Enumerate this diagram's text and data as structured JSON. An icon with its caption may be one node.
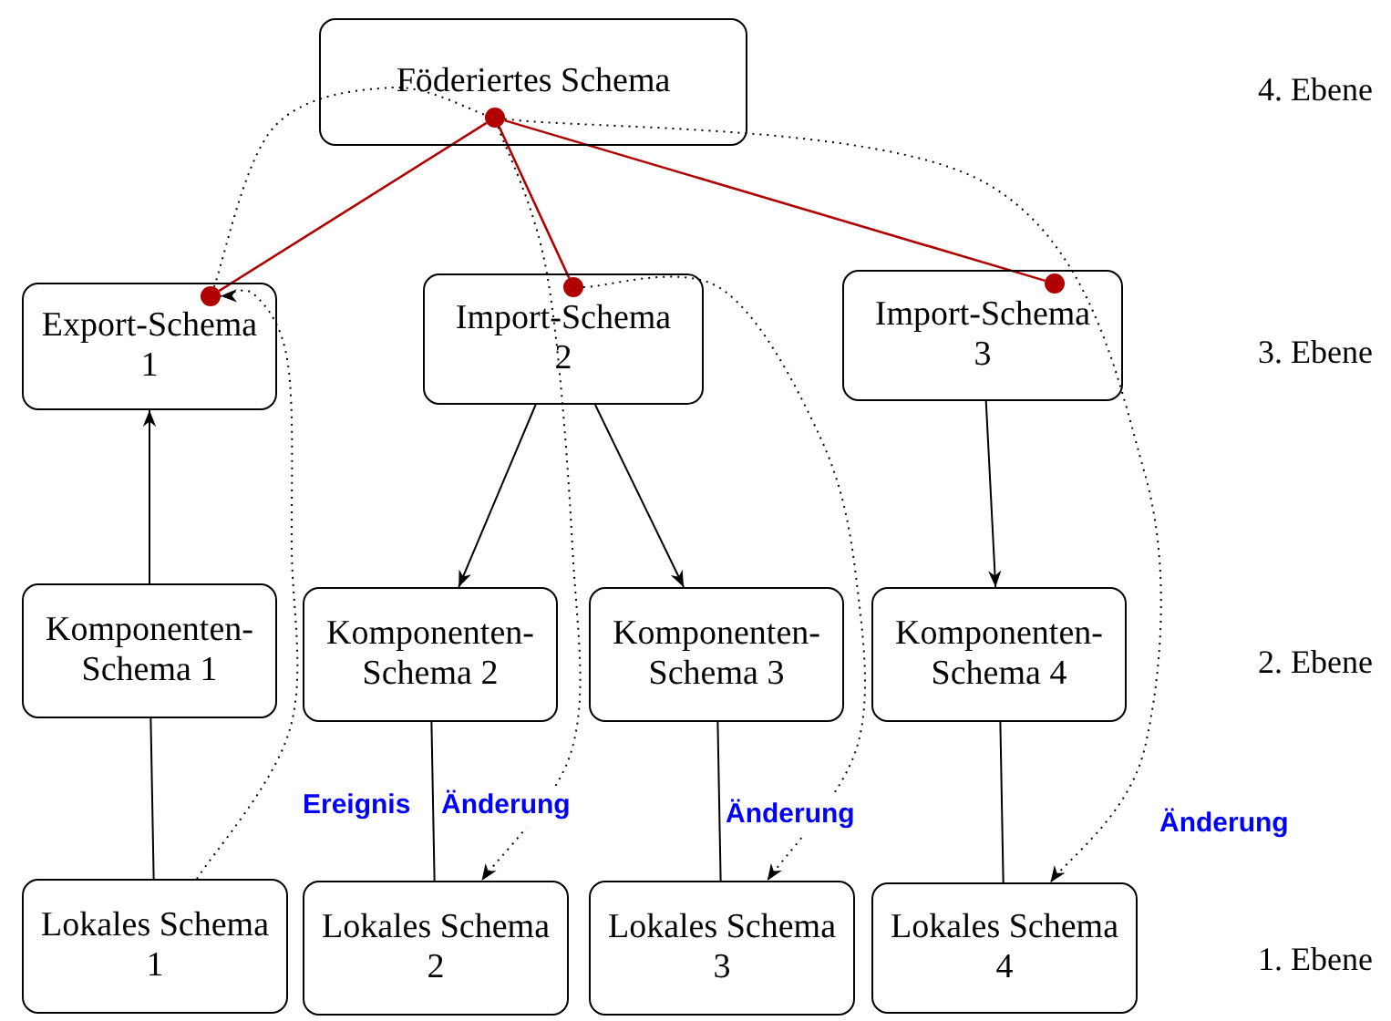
{
  "diagram": {
    "nodes": [
      {
        "text": [
          "Föderiertes Schema"
        ]
      },
      {
        "text": [
          "Export-Schema 1"
        ]
      },
      {
        "text": [
          "Import-Schema 2"
        ]
      },
      {
        "text": [
          "Import-Schema 3"
        ]
      },
      {
        "text": [
          "Komponenten-Schema 1"
        ]
      },
      {
        "text": [
          "Komponenten-Schema 2"
        ]
      },
      {
        "text": [
          "Komponenten-Schema 3"
        ]
      },
      {
        "text": [
          "Komponenten-Schema 4"
        ]
      },
      {
        "text": [
          "Lokales Schema 1"
        ]
      },
      {
        "text": [
          "Lokales Schema 2"
        ]
      },
      {
        "text": [
          "Lokales Schema 3"
        ]
      },
      {
        "text": [
          "Lokales Schema 4"
        ]
      },
      {
        "text": [],
        "shape": "circle",
        "in": 0
      },
      {
        "text": [],
        "shape": "circle",
        "in": 1
      },
      {
        "text": [],
        "shape": "circle",
        "in": 2
      },
      {
        "text": [],
        "shape": "circle",
        "in": 3
      }
    ],
    "edges": [
      {
        "from": 12,
        "to": 13,
        "arrow": "none",
        "color": "#b00000"
      },
      {
        "from": 12,
        "to": 14,
        "arrow": "none",
        "color": "#b00000"
      },
      {
        "from": 12,
        "to": 15,
        "arrow": "none",
        "color": "#b00000"
      },
      {
        "from": 4,
        "to": 1,
        "arrow": "to"
      },
      {
        "from": 2,
        "to": 5,
        "arrow": "to"
      },
      {
        "from": 2,
        "to": 6,
        "arrow": "to"
      },
      {
        "from": 3,
        "to": 7,
        "arrow": "to"
      },
      {
        "from": 4,
        "to": 8,
        "arrow": "none"
      },
      {
        "from": 5,
        "to": 9,
        "arrow": "none"
      },
      {
        "from": 6,
        "to": 10,
        "arrow": "none"
      },
      {
        "from": 7,
        "to": 11,
        "arrow": "none"
      },
      {
        "from": 8,
        "to": 13,
        "arrow": "to",
        "style": "dashed",
        "label": "Ereignis"
      },
      {
        "from": 13,
        "to": 12,
        "arrow": "none",
        "style": "dashed"
      },
      {
        "from": 12,
        "to": 9,
        "arrow": "to",
        "style": "dashed",
        "label": "Änderung"
      },
      {
        "from": 14,
        "to": 10,
        "arrow": "to",
        "style": "dashed",
        "label": "Änderung"
      },
      {
        "from": 12,
        "to": 11,
        "arrow": "to",
        "style": "dashed",
        "label": "Änderung"
      }
    ],
    "labels": [
      "4. Ebene",
      "3. Ebene",
      "2. Ebene",
      "1. Ebene"
    ]
  }
}
